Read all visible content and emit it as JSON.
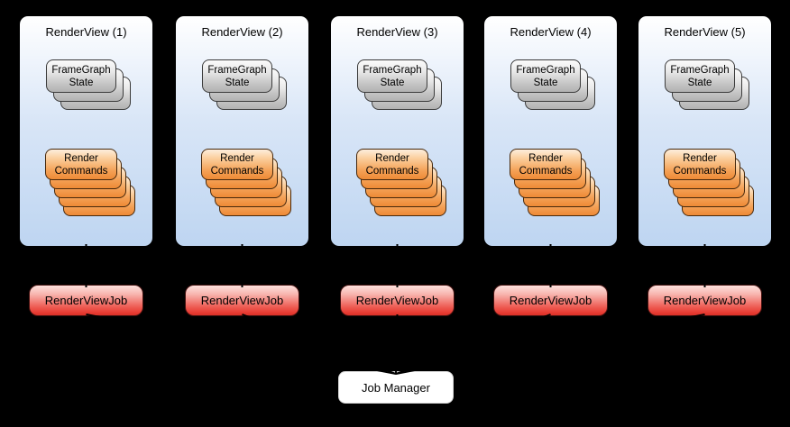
{
  "render_views": [
    {
      "title": "RenderView (1)"
    },
    {
      "title": "RenderView (2)"
    },
    {
      "title": "RenderView (3)"
    },
    {
      "title": "RenderView (4)"
    },
    {
      "title": "RenderView (5)"
    }
  ],
  "framegraph_stack": {
    "line1": "FrameGraph",
    "line2": "State",
    "layer_count": 3
  },
  "commands_stack": {
    "line1": "Render",
    "line2": "Commands",
    "layer_count": 5
  },
  "jobs": [
    {
      "label": "RenderViewJob"
    },
    {
      "label": "RenderViewJob"
    },
    {
      "label": "RenderViewJob"
    },
    {
      "label": "RenderViewJob"
    },
    {
      "label": "RenderViewJob"
    }
  ],
  "job_manager": {
    "label": "Job Manager"
  },
  "colors": {
    "background": "#000000",
    "panel_gradient_top": "#ffffff",
    "panel_gradient_bottom": "#bed5f1",
    "state_card_top": "#fbfbfb",
    "state_card_bottom": "#b2b2b2",
    "commands_card_top": "#fdeedd",
    "commands_card_bottom": "#ee8a36",
    "job_card_top": "#fde1dd",
    "job_card_bottom": "#d93128",
    "manager_background": "#ffffff",
    "text": "#000000"
  }
}
